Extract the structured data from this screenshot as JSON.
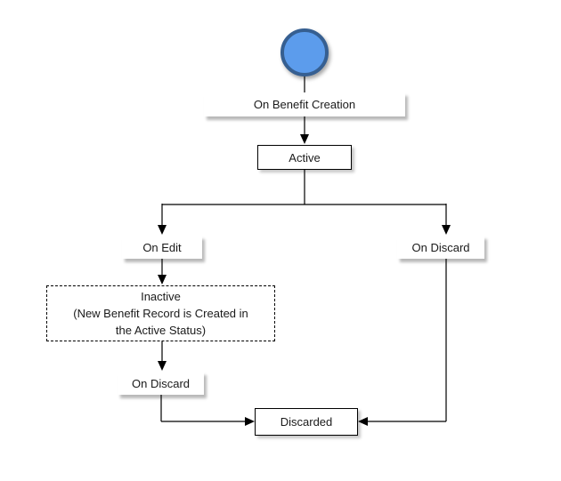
{
  "diagram": {
    "colors": {
      "start_fill": "#5C9CEC",
      "start_border": "#365F91",
      "connector": "#000000",
      "node_fill": "#ffffff"
    },
    "nodes": {
      "active": {
        "label": "Active"
      },
      "inactive": {
        "label": "Inactive\n(New Benefit Record is Created in\nthe Active Status)"
      },
      "discarded": {
        "label": "Discarded"
      }
    },
    "transitions": {
      "on_benefit_creation": {
        "label": "On Benefit Creation"
      },
      "on_edit": {
        "label": "On Edit"
      },
      "on_discard_from_active": {
        "label": "On Discard"
      },
      "on_discard_from_inactive": {
        "label": "On Discard"
      }
    }
  }
}
